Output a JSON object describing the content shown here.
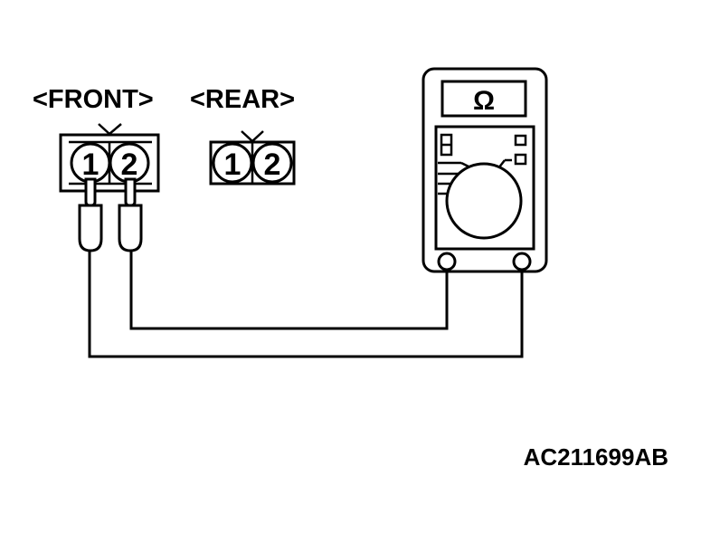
{
  "labels": {
    "front": "<FRONT>",
    "rear": "<REAR>",
    "code": "AC211699AB"
  },
  "front_connector": {
    "pins": [
      "1",
      "2"
    ]
  },
  "rear_connector": {
    "pins": [
      "1",
      "2"
    ]
  },
  "meter": {
    "display": "Ω"
  }
}
